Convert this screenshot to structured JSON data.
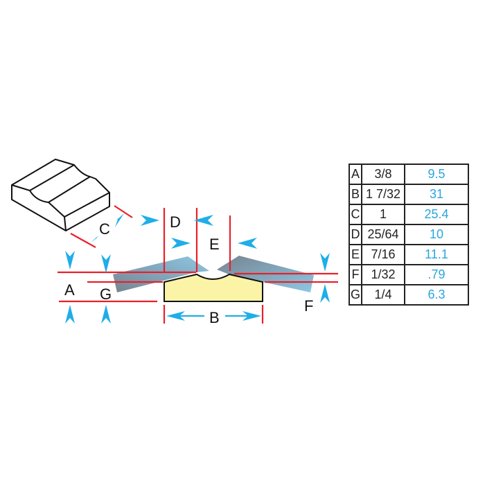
{
  "diagram": {
    "labels": {
      "A": "A",
      "B": "B",
      "C": "C",
      "D": "D",
      "E": "E",
      "F": "F",
      "G": "G"
    },
    "colors": {
      "dimension_line": "#e8202a",
      "arrow": "#1eaee8",
      "profile_fill": "#fbf3a6",
      "cutter": "#5b8fb0"
    }
  },
  "table": {
    "rows": [
      {
        "key": "A",
        "inch": "3/8",
        "mm": "9.5"
      },
      {
        "key": "B",
        "inch": "1 7/32",
        "mm": "31"
      },
      {
        "key": "C",
        "inch": "1",
        "mm": "25.4"
      },
      {
        "key": "D",
        "inch": "25/64",
        "mm": "10"
      },
      {
        "key": "E",
        "inch": "7/16",
        "mm": "11.1"
      },
      {
        "key": "F",
        "inch": "1/32",
        "mm": ".79"
      },
      {
        "key": "G",
        "inch": "1/4",
        "mm": "6.3"
      }
    ]
  }
}
